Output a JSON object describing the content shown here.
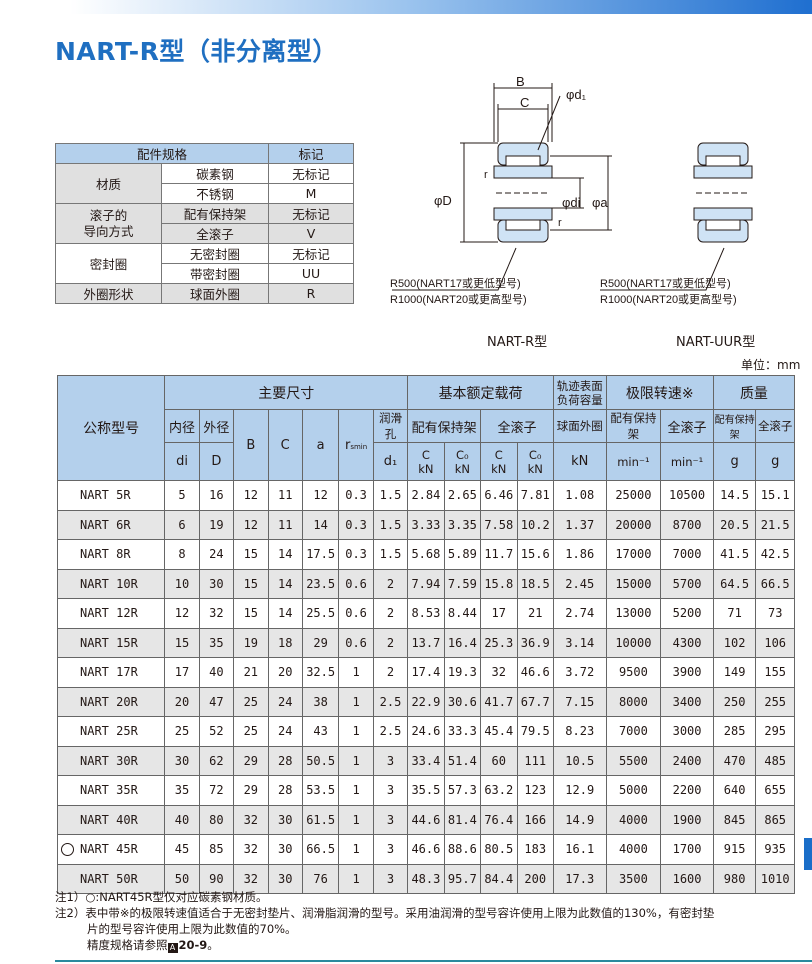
{
  "title": "NART-R型（非分离型）",
  "spec": {
    "headers": [
      "配件规格",
      "标记"
    ],
    "rows": [
      {
        "group": "材质",
        "item": "碳素钢",
        "mark": "无标记"
      },
      {
        "group": "",
        "item": "不锈钢",
        "mark": "M"
      },
      {
        "group": "滚子的导向方式",
        "group_l1": "滚子的",
        "group_l2": "导向方式",
        "item": "配有保持架",
        "mark": "无标记"
      },
      {
        "group": "",
        "item": "全滚子",
        "mark": "V"
      },
      {
        "group": "密封圈",
        "item": "无密封圈",
        "mark": "无标记"
      },
      {
        "group": "",
        "item": "带密封圈",
        "mark": "UU"
      },
      {
        "group": "外圈形状",
        "item": "球面外圈",
        "mark": "R"
      }
    ]
  },
  "drawing": {
    "dim_B": "B",
    "dim_C": "C",
    "dim_d1": "φd₁",
    "dim_D": "φD",
    "dim_di": "φdi",
    "dim_a": "φa",
    "dim_r1": "r",
    "dim_r2": "r",
    "r_note1": "R500(NART17或更低型号)",
    "r_note2": "R1000(NART20或更高型号)",
    "r_note3": "R500(NART17或更低型号)",
    "r_note4": "R1000(NART20或更高型号)",
    "caption_left": "NART-R型",
    "caption_right": "NART-UUR型"
  },
  "unit": "单位：mm",
  "table": {
    "h_name": "公称型号",
    "h_main": "主要尺寸",
    "h_load": "基本额定载荷",
    "h_track": "轨迹表面负荷容量",
    "h_track_l1": "轨迹表面",
    "h_track_l2": "负荷容量",
    "h_speed": "极限转速※",
    "h_mass": "质量",
    "sub": {
      "inner": "内径",
      "outer": "外径",
      "lube": "润滑孔",
      "cage": "配有保持架",
      "full": "全滚子",
      "track_sub": "球面外圈",
      "speed_cage": "配有保持架",
      "speed_full": "全滚子",
      "mass_cage": "配有保持架",
      "mass_full": "全滚子"
    },
    "sym": {
      "di": "di",
      "D": "D",
      "B": "B",
      "C": "C",
      "a": "a",
      "r": "r",
      "rsub": "smin",
      "d1": "d₁",
      "C1": "C",
      "C1u": "kN",
      "C0a": "C₀",
      "C0au": "kN",
      "C2": "C",
      "C2u": "kN",
      "C0b": "C₀",
      "C0bu": "kN",
      "track": "kN",
      "sp1": "min⁻¹",
      "sp2": "min⁻¹",
      "m1": "g",
      "m2": "g"
    },
    "rows": [
      {
        "mark": "",
        "name": "NART 5R",
        "v": [
          "5",
          "16",
          "12",
          "11",
          "12",
          "0.3",
          "1.5",
          "2.84",
          "2.65",
          "6.46",
          "7.81",
          "1.08",
          "25000",
          "10500",
          "14.5",
          "15.1"
        ]
      },
      {
        "mark": "",
        "name": "NART 6R",
        "v": [
          "6",
          "19",
          "12",
          "11",
          "14",
          "0.3",
          "1.5",
          "3.33",
          "3.35",
          "7.58",
          "10.2",
          "1.37",
          "20000",
          "8700",
          "20.5",
          "21.5"
        ]
      },
      {
        "mark": "",
        "name": "NART 8R",
        "v": [
          "8",
          "24",
          "15",
          "14",
          "17.5",
          "0.3",
          "1.5",
          "5.68",
          "5.89",
          "11.7",
          "15.6",
          "1.86",
          "17000",
          "7000",
          "41.5",
          "42.5"
        ]
      },
      {
        "mark": "",
        "name": "NART 10R",
        "v": [
          "10",
          "30",
          "15",
          "14",
          "23.5",
          "0.6",
          "2",
          "7.94",
          "7.59",
          "15.8",
          "18.5",
          "2.45",
          "15000",
          "5700",
          "64.5",
          "66.5"
        ]
      },
      {
        "mark": "",
        "name": "NART 12R",
        "v": [
          "12",
          "32",
          "15",
          "14",
          "25.5",
          "0.6",
          "2",
          "8.53",
          "8.44",
          "17",
          "21",
          "2.74",
          "13000",
          "5200",
          "71",
          "73"
        ]
      },
      {
        "mark": "",
        "name": "NART 15R",
        "v": [
          "15",
          "35",
          "19",
          "18",
          "29",
          "0.6",
          "2",
          "13.7",
          "16.4",
          "25.3",
          "36.9",
          "3.14",
          "10000",
          "4300",
          "102",
          "106"
        ]
      },
      {
        "mark": "",
        "name": "NART 17R",
        "v": [
          "17",
          "40",
          "21",
          "20",
          "32.5",
          "1",
          "2",
          "17.4",
          "19.3",
          "32",
          "46.6",
          "3.72",
          "9500",
          "3900",
          "149",
          "155"
        ]
      },
      {
        "mark": "",
        "name": "NART 20R",
        "v": [
          "20",
          "47",
          "25",
          "24",
          "38",
          "1",
          "2.5",
          "22.9",
          "30.6",
          "41.7",
          "67.7",
          "7.15",
          "8000",
          "3400",
          "250",
          "255"
        ]
      },
      {
        "mark": "",
        "name": "NART 25R",
        "v": [
          "25",
          "52",
          "25",
          "24",
          "43",
          "1",
          "2.5",
          "24.6",
          "33.3",
          "45.4",
          "79.5",
          "8.23",
          "7000",
          "3000",
          "285",
          "295"
        ]
      },
      {
        "mark": "",
        "name": "NART 30R",
        "v": [
          "30",
          "62",
          "29",
          "28",
          "50.5",
          "1",
          "3",
          "33.4",
          "51.4",
          "60",
          "111",
          "10.5",
          "5500",
          "2400",
          "470",
          "485"
        ]
      },
      {
        "mark": "",
        "name": "NART 35R",
        "v": [
          "35",
          "72",
          "29",
          "28",
          "53.5",
          "1",
          "3",
          "35.5",
          "57.3",
          "63.2",
          "123",
          "12.9",
          "5000",
          "2200",
          "640",
          "655"
        ]
      },
      {
        "mark": "",
        "name": "NART 40R",
        "v": [
          "40",
          "80",
          "32",
          "30",
          "61.5",
          "1",
          "3",
          "44.6",
          "81.4",
          "76.4",
          "166",
          "14.9",
          "4000",
          "1900",
          "845",
          "865"
        ]
      },
      {
        "mark": "○",
        "name": "NART 45R",
        "v": [
          "45",
          "85",
          "32",
          "30",
          "66.5",
          "1",
          "3",
          "46.6",
          "88.6",
          "80.5",
          "183",
          "16.1",
          "4000",
          "1700",
          "915",
          "935"
        ]
      },
      {
        "mark": "",
        "name": "NART 50R",
        "v": [
          "50",
          "90",
          "32",
          "30",
          "76",
          "1",
          "3",
          "48.3",
          "95.7",
          "84.4",
          "200",
          "17.3",
          "3500",
          "1600",
          "980",
          "1010"
        ]
      }
    ]
  },
  "notes": {
    "n1": "注1）○:NART45R型仅对应碳素钢材质。",
    "n2a": "注2）表中带※的极限转速值适合于无密封垫片、润滑脂润滑的型号。采用油润滑的型号容许使用上限为此数值的130%，有密封垫",
    "n2b": "片的型号容许使用上限为此数值的70%。",
    "n3_pre": "精度规格请参照",
    "n3_icon": "A",
    "n3_ref": "20-9",
    "n3_post": "。"
  }
}
